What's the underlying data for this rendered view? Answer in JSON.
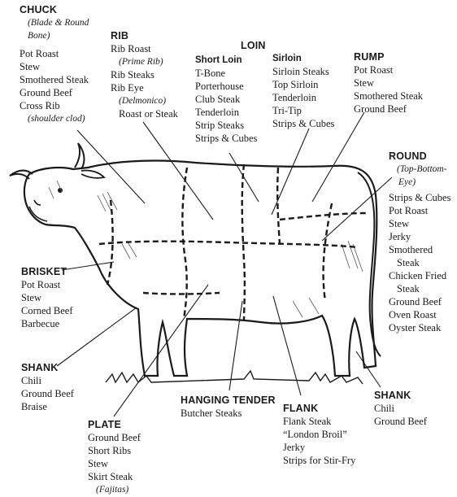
{
  "chuck": {
    "title": "CHUCK",
    "note1": "(Blade & Round",
    "note2": "Bone)",
    "items": [
      "Pot Roast",
      "Stew",
      "Smothered Steak",
      "Ground Beef",
      "Cross Rib"
    ],
    "note3": "(shoulder clod)"
  },
  "rib": {
    "title": "RIB",
    "item1": "Rib Roast",
    "note1": "(Prime Rib)",
    "item2": "Rib Steaks",
    "item3": "Rib Eye",
    "note2": "(Delmonico)",
    "item4": "Roast or Steak"
  },
  "loin": {
    "title": "LOIN",
    "short_loin": {
      "title": "Short Loin",
      "items": [
        "T-Bone",
        "Porterhouse",
        "Club Steak",
        "Tenderloin",
        "Strip Steaks",
        "Strips & Cubes"
      ]
    },
    "sirloin": {
      "title": "Sirloin",
      "items": [
        "Sirloin Steaks",
        "Top Sirloin",
        "Tenderloin",
        "Tri-Tip",
        "Strips & Cubes"
      ]
    }
  },
  "rump": {
    "title": "RUMP",
    "items": [
      "Pot Roast",
      "Stew",
      "Smothered Steak",
      "Ground Beef"
    ]
  },
  "round": {
    "title": "ROUND",
    "note1": "(Top-Bottom-",
    "note2": "Eye)",
    "items": [
      "Strips & Cubes",
      "Pot Roast",
      "Stew",
      "Jerky",
      "Smothered",
      "Steak",
      "Chicken Fried",
      "Steak",
      "Ground Beef",
      "Oven Roast",
      "Oyster Steak"
    ]
  },
  "brisket": {
    "title": "BRISKET",
    "items": [
      "Pot Roast",
      "Stew",
      "Corned Beef",
      "Barbecue"
    ]
  },
  "shank_front": {
    "title": "SHANK",
    "items": [
      "Chili",
      "Ground Beef",
      "Braise"
    ]
  },
  "plate": {
    "title": "PLATE",
    "items": [
      "Ground Beef",
      "Short Ribs",
      "Stew",
      "Skirt Steak"
    ],
    "note1": "(Fajitas)"
  },
  "hanging_tender": {
    "title": "HANGING TENDER",
    "items": [
      "Butcher Steaks"
    ]
  },
  "flank": {
    "title": "FLANK",
    "items": [
      "Flank Steak",
      "“London Broil”",
      "Jerky",
      "Strips for Stir-Fry"
    ]
  },
  "shank_rear": {
    "title": "SHANK",
    "items": [
      "Chili",
      "Ground Beef"
    ]
  }
}
